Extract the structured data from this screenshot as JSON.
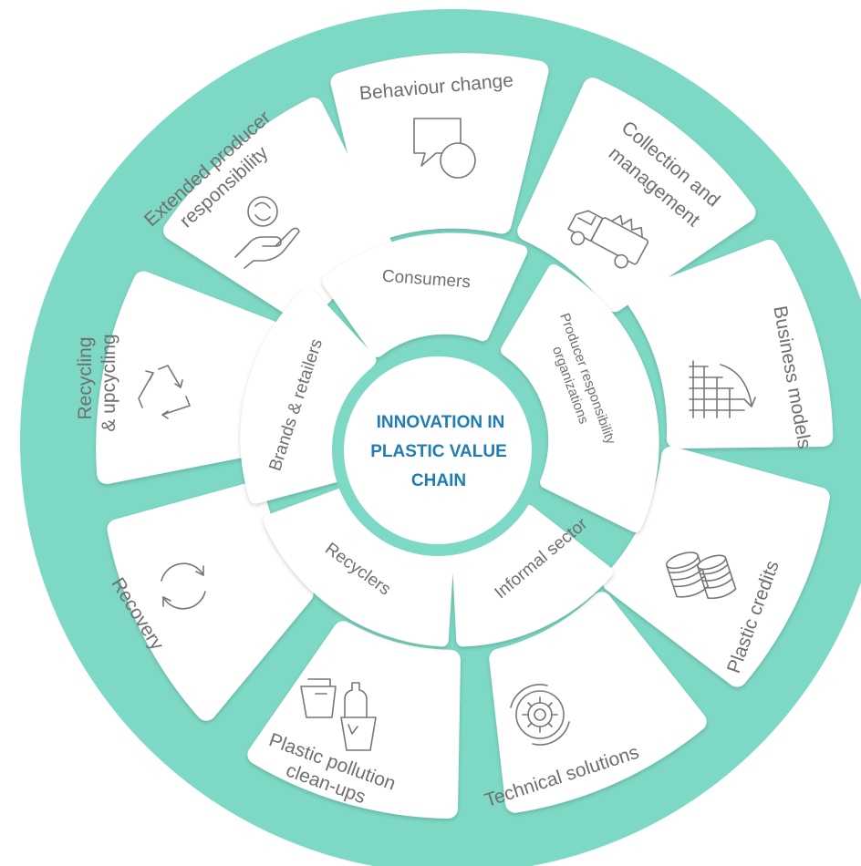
{
  "colors": {
    "ring": "#7dd9c5",
    "card": "#ffffff",
    "label": "#6f6f6f",
    "center_text": "#1f7db3",
    "icon": "#777777"
  },
  "center": {
    "line1": "INNOVATION IN",
    "line2": "PLASTIC VALUE",
    "line3": "CHAIN"
  },
  "inner_ring": {
    "consumers": "Consumers",
    "pro_line1": "Producer responsibility",
    "pro_line2": "organizations",
    "informal_sector": "Informal sector",
    "recyclers": "Recyclers",
    "brands_retailers": "Brands & retailers"
  },
  "outer_ring": {
    "behaviour_change": "Behaviour change",
    "collection_line1": "Collection and",
    "collection_line2": "management",
    "business_models": "Business models",
    "plastic_credits": "Plastic credits",
    "technical_solutions": "Technical solutions",
    "cleanups_line1": "Plastic pollution",
    "cleanups_line2": "clean-ups",
    "recovery": "Recovery",
    "recycling_line1": "Recycling",
    "recycling_line2": "& upcycling",
    "epr_line1": "Extended producer",
    "epr_line2": "responsibility"
  },
  "icons": {
    "behaviour_change": "speech-bubble-icon",
    "collection": "garbage-truck-icon",
    "business_models": "declining-bars-icon",
    "plastic_credits": "coin-stack-icon",
    "technical_solutions": "gear-cycle-icon",
    "cleanups": "plastic-waste-icon",
    "recovery": "circular-arrows-icon",
    "recycling": "recycle-triangle-icon",
    "epr": "hand-holding-recycle-icon"
  }
}
